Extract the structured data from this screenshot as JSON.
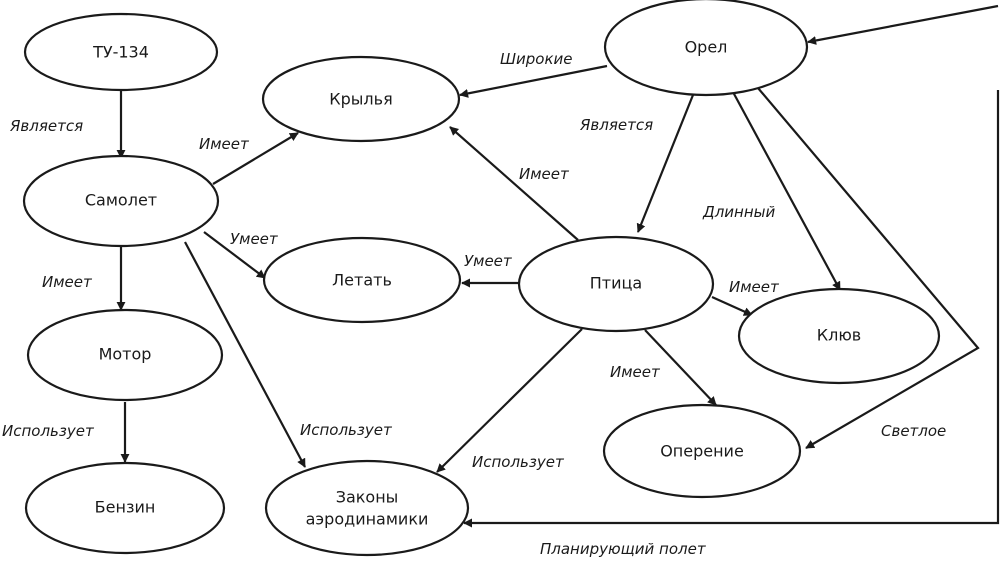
{
  "nodes": {
    "tu134": {
      "label": "ТУ-134"
    },
    "samolet": {
      "label": "Самолет"
    },
    "motor": {
      "label": "Мотор"
    },
    "benzin": {
      "label": "Бензин"
    },
    "krylya": {
      "label": "Крылья"
    },
    "letat": {
      "label": "Летать"
    },
    "zakony": {
      "label_lines": [
        "Законы",
        "аэродинамики"
      ]
    },
    "orel": {
      "label": "Орел"
    },
    "ptitsa": {
      "label": "Птица"
    },
    "klyuv": {
      "label": "Клюв"
    },
    "operenie": {
      "label": "Оперение"
    }
  },
  "edges": {
    "tu134_samolet": {
      "label": "Является"
    },
    "samolet_motor": {
      "label": "Имеет"
    },
    "motor_benzin": {
      "label": "Использует"
    },
    "samolet_krylya": {
      "label": "Имеет"
    },
    "samolet_letat": {
      "label": "Умеет"
    },
    "samolet_zakony": {
      "label": "Использует"
    },
    "orel_krylya": {
      "label": "Широкие"
    },
    "orel_ptitsa": {
      "label": "Является"
    },
    "orel_klyuv": {
      "label": "Длинный"
    },
    "orel_operenie": {
      "label": "Светлое"
    },
    "ptitsa_krylya": {
      "label": "Имеет"
    },
    "ptitsa_letat": {
      "label": "Умеет"
    },
    "ptitsa_klyuv": {
      "label": "Имеет"
    },
    "ptitsa_operenie": {
      "label": "Имеет"
    },
    "ptitsa_zakony": {
      "label": "Использует"
    },
    "orel_zakony_glide": {
      "label": "Планирующий полет"
    }
  }
}
